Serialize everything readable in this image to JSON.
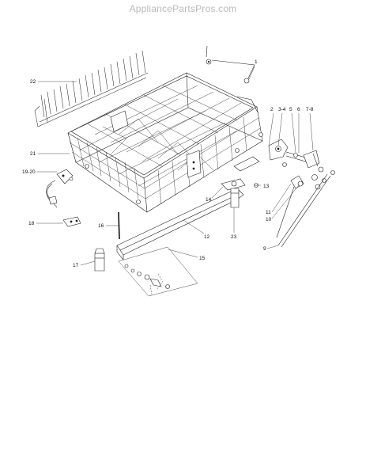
{
  "watermark": "AppliancePartsPros.com",
  "callouts": {
    "c22": "22",
    "c21": "21",
    "c1920": "19-20",
    "c18": "18",
    "c16": "16",
    "c17": "17",
    "c15": "15",
    "c12": "12",
    "c14": "14",
    "c23": "23",
    "c13": "13",
    "c2": "2",
    "c34": "3-4",
    "c5": "5",
    "c6": "6",
    "c78": "7-8",
    "c1": "1",
    "c11": "11",
    "c10": "10",
    "c9": "9"
  }
}
